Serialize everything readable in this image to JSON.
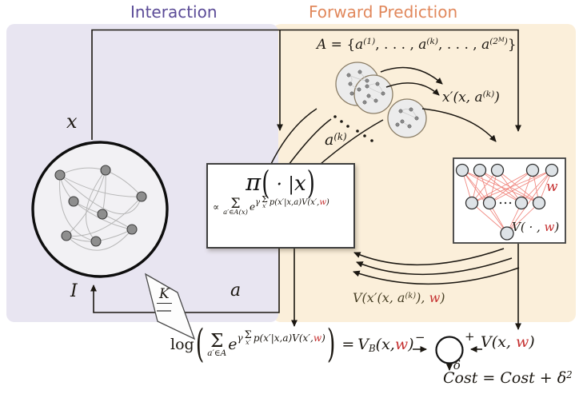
{
  "titles": {
    "interaction": "Interaction",
    "forward_prediction": "Forward Prediction"
  },
  "labels": {
    "x": "x",
    "I": "I",
    "a": "a",
    "K": "K",
    "w_net": "w",
    "delta": "δ",
    "plus": "+",
    "minus": "−"
  },
  "action_set": {
    "script_a": "A",
    "eq": " = {",
    "a1": "a",
    "sup1": "(1)",
    "dots1": ", . . . , ",
    "a2": "a",
    "sup2": "(k)",
    "dots2": ", . . . , ",
    "a3": "a",
    "sup3_open": "(2",
    "sup3_exp": "M",
    "sup3_close": ")",
    "closing": "}"
  },
  "next_state_label": {
    "pre": "x′(x, a",
    "sup": "(k)",
    "post": ")"
  },
  "action_label": {
    "base": "a",
    "sup": "(k)"
  },
  "pi_box": {
    "pi": "π",
    "open": "(",
    "dot": " · |",
    "x": "x",
    "close": ")",
    "formula": {
      "prop": "∝",
      "sum": "Σ",
      "sum_sub": "a′∈A(x)",
      "e": "e",
      "exp_gamma": "γ",
      "exp_sum": "Σ",
      "exp_sum_sub": "x′",
      "exp_rest": "p(x′|x,a)V(x′,",
      "exp_w": "w",
      "exp_close": ")"
    }
  },
  "value_net_label": {
    "pre": "V( · , ",
    "w": "w",
    "post": ")"
  },
  "feedback_label": {
    "pre": "V(x′(x, a",
    "sup": "(k)",
    "mid": "), ",
    "w": "w",
    "post": ")"
  },
  "bellman": {
    "log": "log",
    "open": "(",
    "sum": "Σ",
    "sum_sub": "a′∈A",
    "e": "e",
    "exp_gamma": "γ",
    "exp_sum": "Σ",
    "exp_sum_sub": "x′",
    "exp_rest": "p(x′|x,a)V(x′,",
    "exp_w": "w",
    "exp_close": ")",
    "close": ")",
    "eq": "=",
    "v": "V",
    "v_sub": "B",
    "v_open": "(x,",
    "v_w": "w",
    "v_close": ")"
  },
  "target_value": {
    "pre": "V(x, ",
    "w": "w",
    "post": ")"
  },
  "cost": {
    "pre": "Cost = Cost + δ",
    "sup": "2"
  },
  "colors": {
    "panel_interaction": "#e8e5f1",
    "panel_forward": "#fbefda",
    "title_interaction": "#5b4b97",
    "title_forward": "#e1885c",
    "math_red": "#c53030",
    "nn_edge_red": "#ef7b72",
    "ink": "#1c1812",
    "feedback_text": "#4a4228"
  }
}
